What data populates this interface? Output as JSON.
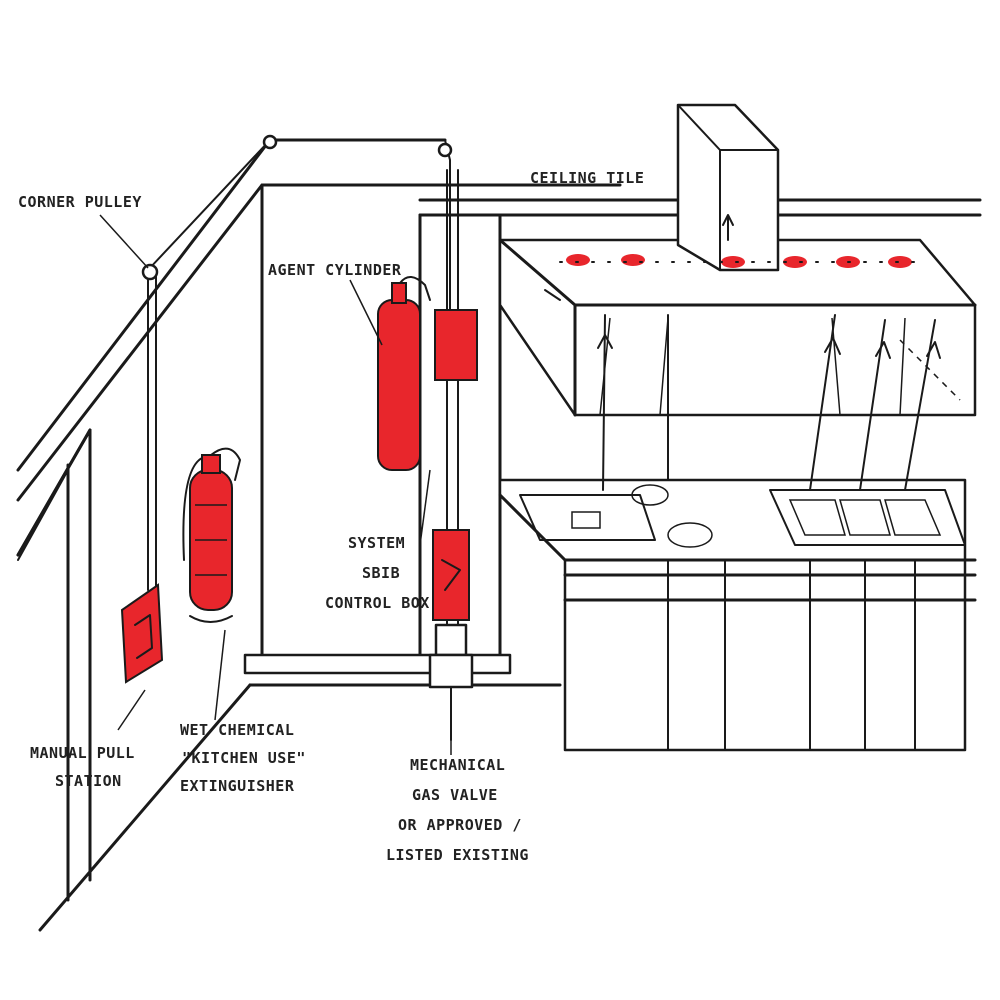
{
  "colors": {
    "component_red": "#e8262c",
    "line": "#1a1a1a",
    "background": "#ffffff"
  },
  "labels": {
    "corner_pulley": "CORNER PULLEY",
    "ceiling_tile": "CEILING TILE",
    "agent_cylinder": "AGENT CYLINDER",
    "system_control_box": [
      "SYSTEM",
      "SBIB",
      "CONTROL BOX"
    ],
    "manual_pull_station": [
      "MANUAL PULL",
      "STATION"
    ],
    "wet_chemical_extinguisher": [
      "WET CHEMICAL",
      "\"KITCHEN USE\"",
      "EXTINGUISHER"
    ],
    "mechanical_gas_valve": [
      "MECHANICAL",
      "GAS VALVE",
      "OR APPROVED /",
      "LISTED EXISTING"
    ]
  }
}
